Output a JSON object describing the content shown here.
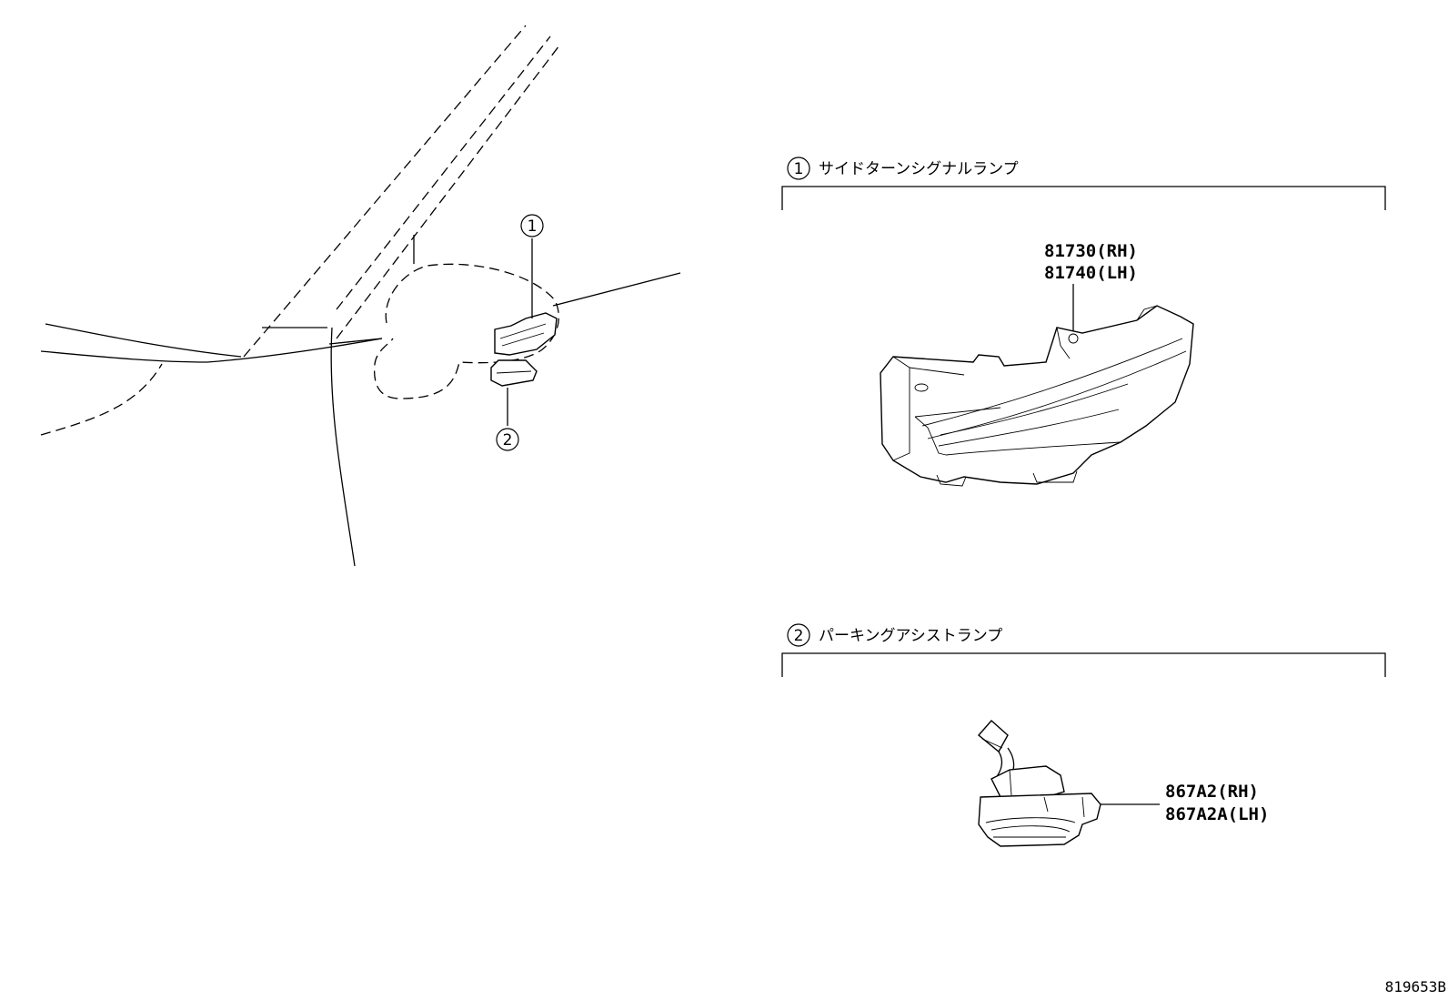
{
  "callouts": [
    {
      "number": "1",
      "name": "サイドターンシグナルランプ",
      "parts": [
        "81730(RH)",
        "81740(LH)"
      ]
    },
    {
      "number": "2",
      "name": "パーキングアシストランプ",
      "parts": [
        "867A2(RH)",
        "867A2A(LH)"
      ]
    }
  ],
  "diagram_id": "819653B"
}
